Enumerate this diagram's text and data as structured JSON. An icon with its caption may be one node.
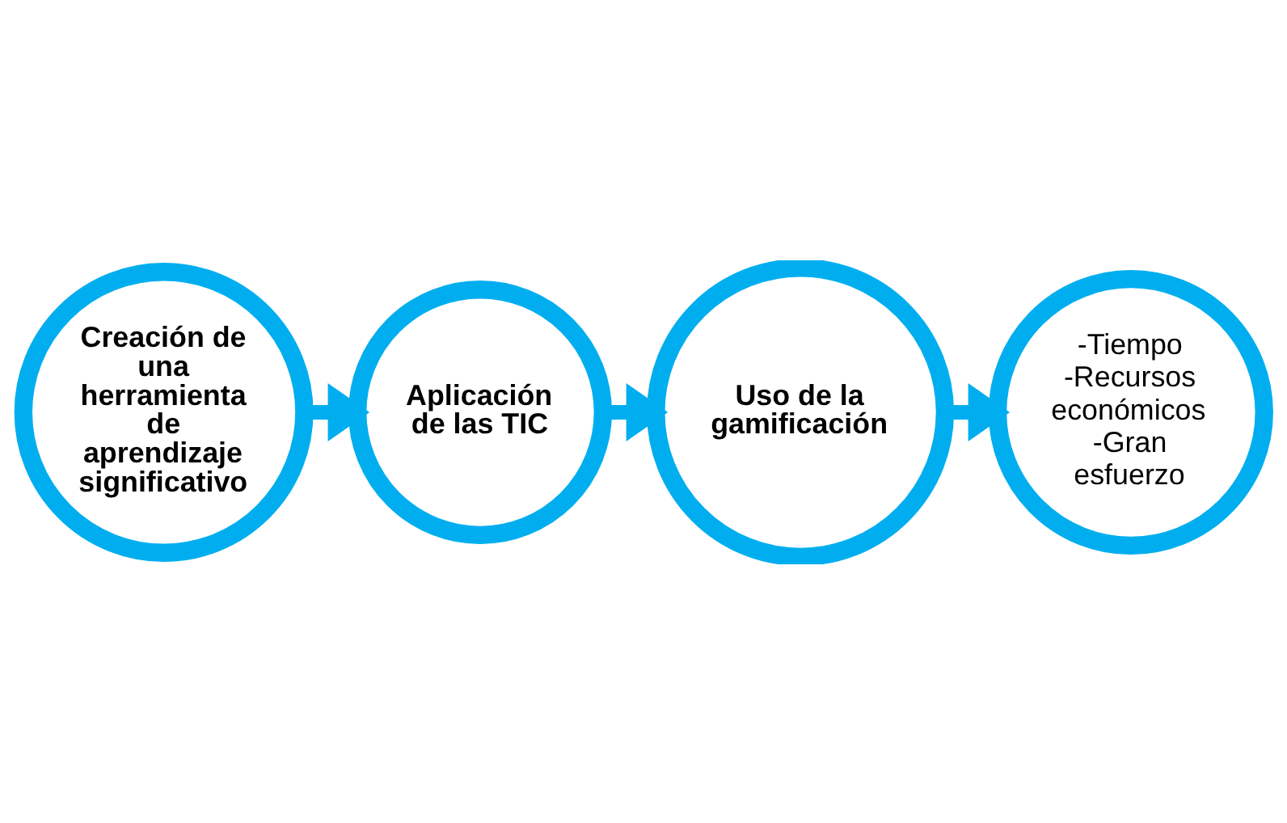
{
  "diagram": {
    "nodes": [
      {
        "text": [
          "Creación de una herramienta de aprendizaje significativo"
        ]
      },
      {
        "text": [
          "Aplicación de las TIC"
        ]
      },
      {
        "text": [
          "Uso de la gamificación"
        ]
      },
      {
        "text": [
          "-Tiempo -Recursos económicos -Gran esfuerzo"
        ]
      }
    ],
    "edges": [
      {
        "from": 0,
        "to": 1,
        "arrow": "to"
      },
      {
        "from": 1,
        "to": 2,
        "arrow": "to"
      },
      {
        "from": 2,
        "to": 3,
        "arrow": "to"
      }
    ]
  }
}
